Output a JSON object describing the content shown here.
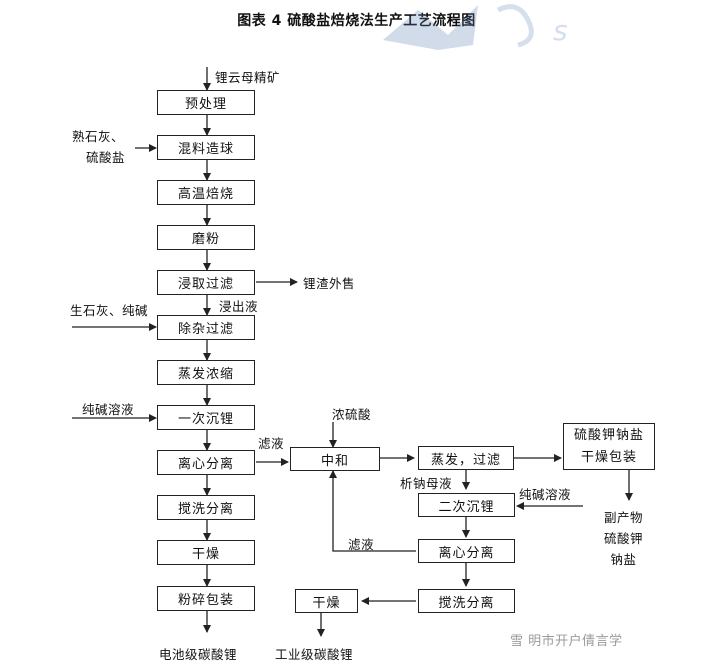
{
  "title": "图表 4  硫酸盐焙烧法生产工艺流程图",
  "colors": {
    "line": "#222222",
    "watermark": "#5a7fb3",
    "source_text": "#9a9a9a"
  },
  "inputs": {
    "ore": "锂云母精矿",
    "lime_sulfate": [
      "熟石灰、",
      "硫酸盐"
    ],
    "quicklime_soda": "生石灰、纯碱",
    "soda_solution_1": "纯碱溶液",
    "conc_sulfuric_acid": "浓硫酸",
    "soda_solution_2": "纯碱溶液"
  },
  "steps": {
    "pretreatment": "预处理",
    "mixing_pelletizing": "混料造球",
    "roasting": "高温焙烧",
    "grinding": "磨粉",
    "leaching_filtration": "浸取过滤",
    "impurity_removal": "除杂过滤",
    "evaporation_concentration": "蒸发浓缩",
    "first_precipitation": "一次沉锂",
    "centrifugal_1": "离心分离",
    "washing_1": "搅洗分离",
    "drying_1": "干燥",
    "crushing_packing": "粉碎包装",
    "neutralization": "中和",
    "evaporation_filtration": "蒸发，过滤",
    "sulfate_drying_packing": [
      "硫酸钾钠盐",
      "干燥包装"
    ],
    "second_precipitation": "二次沉锂",
    "centrifugal_2": "离心分离",
    "washing_2": "搅洗分离",
    "drying_2": "干燥"
  },
  "flow_labels": {
    "slag_sale": "锂渣外售",
    "leachate": "浸出液",
    "filtrate_1": "滤液",
    "sodium_mother_liquor": "析钠母液",
    "filtrate_2": "滤液"
  },
  "outputs": {
    "battery_grade": "电池级碳酸锂",
    "industrial_grade": "工业级碳酸锂",
    "byproduct": [
      "副产物",
      "硫酸钾",
      "钠盐"
    ]
  },
  "source": "雪 明市开户倩言学"
}
